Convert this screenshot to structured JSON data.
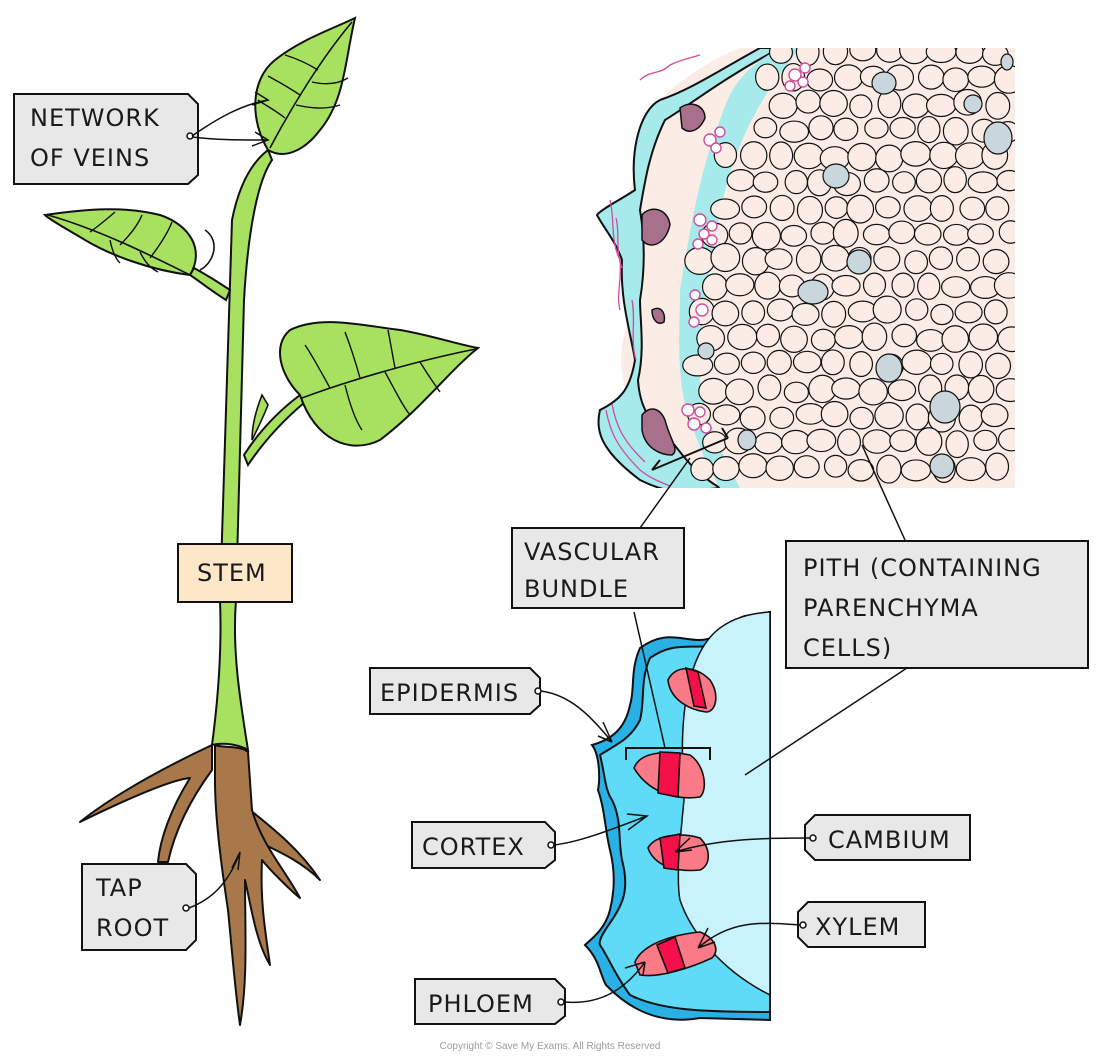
{
  "diagram": {
    "title": "Structure of a dicot plant stem",
    "labels": {
      "network_of_veins": [
        "NETWORK",
        "OF  VEINS"
      ],
      "stem": "STEM",
      "tap_root": [
        "TAP",
        "ROOT"
      ],
      "vascular_bundle": [
        "VASCULAR",
        "BUNDLE"
      ],
      "pith": [
        "PITH  (CONTAINING",
        "PARENCHYMA",
        "CELLS)"
      ],
      "epidermis": "EPIDERMIS",
      "cortex": "CORTEX",
      "cambium": "CAMBIUM",
      "xylem": "XYLEM",
      "phloem": "PHLOEM"
    },
    "colors": {
      "leaf_green": "#a8e05f",
      "root_brown": "#a8784a",
      "label_grey": "#e8e8e8",
      "stem_label_fill": "#fde7c9",
      "epidermis_blue": "#29b1e6",
      "cortex_blue": "#5fdaf7",
      "pith_blue": "#c9f3fb",
      "bundle_pink": "#fb7a88",
      "bundle_red": "#f5104a",
      "micro_cyan": "#a6eaec",
      "micro_cell": "#fbece5",
      "micro_grey_cell": "#c9d6dc",
      "micro_purple": "#a8708a",
      "micro_magenta": "#d04c9c"
    },
    "copyright": "Copyright © Save My Exams. All Rights Reserved"
  }
}
